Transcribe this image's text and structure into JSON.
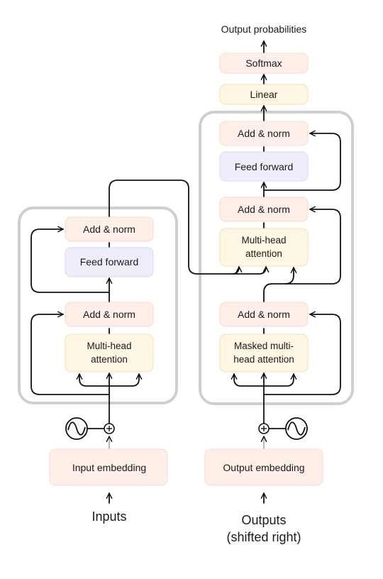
{
  "colors": {
    "norm_fill": "#fdefe8",
    "norm_stroke": "#f7d9c9",
    "ff_fill": "#eeeefb",
    "ff_stroke": "#d8d8f2",
    "attn_fill": "#fdf6e3",
    "attn_stroke": "#f3e2b3",
    "embed_fill": "#fdefe8",
    "embed_stroke": "#f7ddcf",
    "block_stroke": "#cfcfcf",
    "line": "#111111"
  },
  "encoder": {
    "add_norm_top": "Add & norm",
    "feed_forward": "Feed forward",
    "add_norm_bottom": "Add & norm",
    "attention": "Multi-head\nattention",
    "embedding": "Input embedding",
    "input_label": "Inputs"
  },
  "decoder": {
    "add_norm_top": "Add & norm",
    "feed_forward": "Feed forward",
    "add_norm_middle": "Add & norm",
    "attention": "Multi-head\nattention",
    "add_norm_bottom": "Add & norm",
    "masked_attention": "Masked multi-\nhead attention",
    "embedding": "Output embedding",
    "output_label": "Outputs\n(shifted right)"
  },
  "head": {
    "linear": "Linear",
    "softmax": "Softmax",
    "output": "Output probabilities"
  },
  "icons": {
    "positional_encoding": "sine-wave-icon",
    "add": "plus-circle-icon"
  }
}
